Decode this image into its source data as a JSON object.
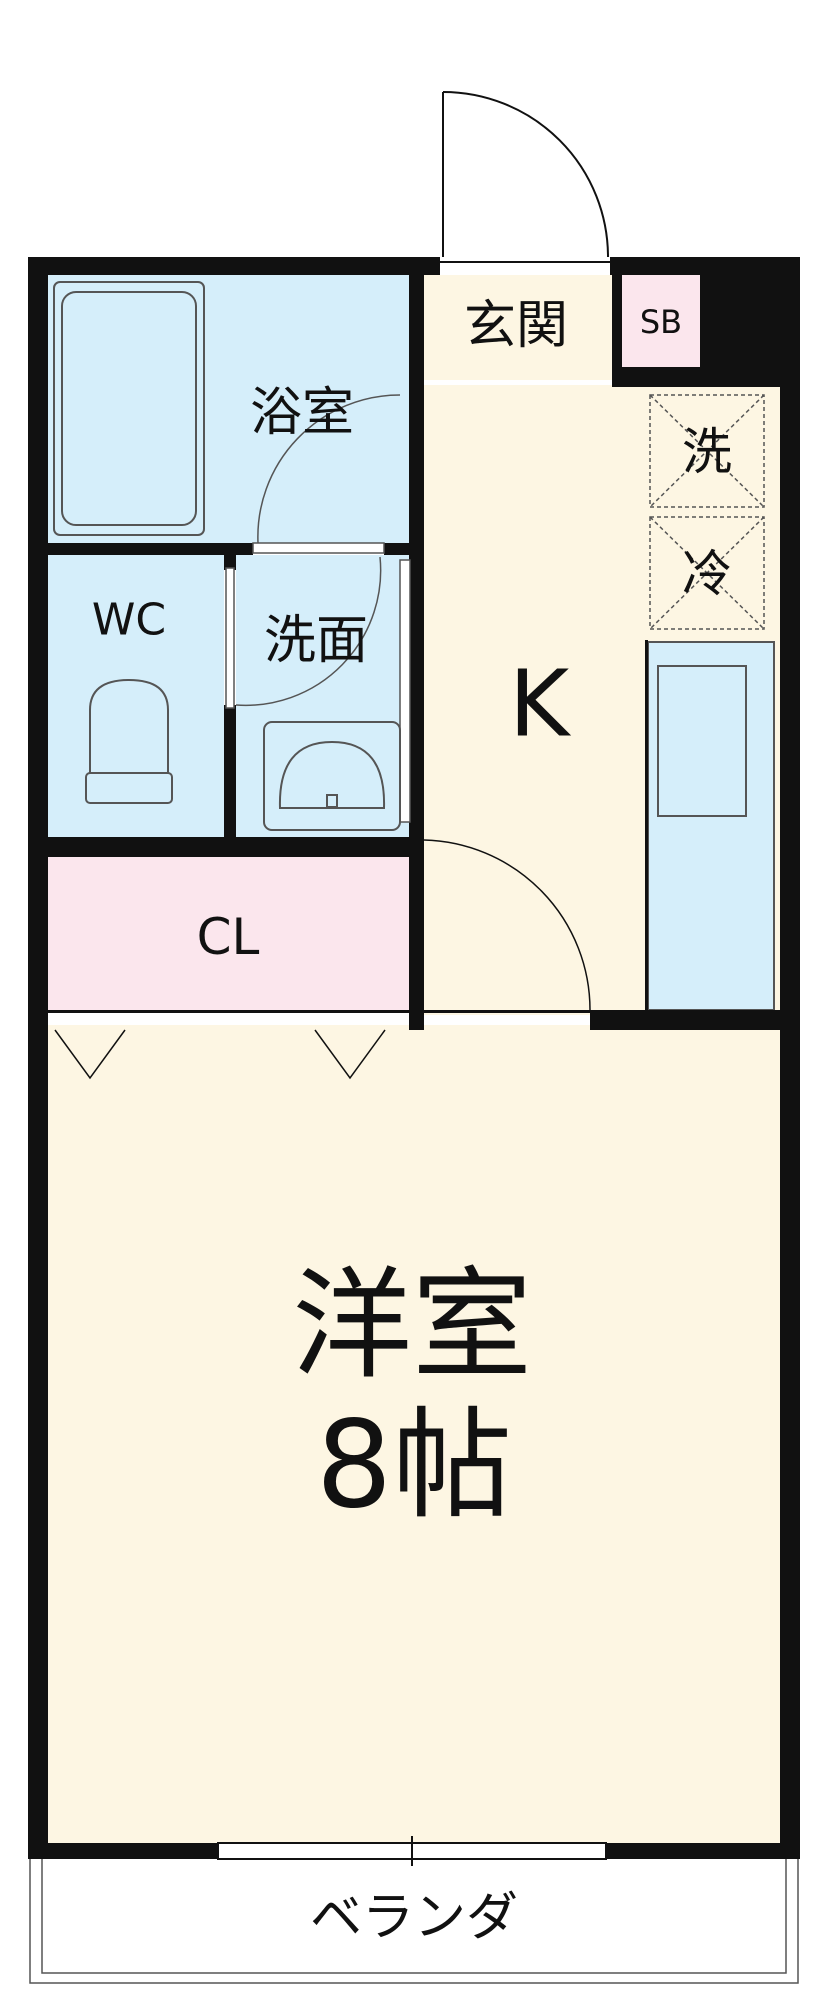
{
  "rooms": {
    "genkan": "玄関",
    "sb": "SB",
    "bath": "浴室",
    "wc": "WC",
    "washroom": "洗面",
    "kitchen": "K",
    "closet": "CL",
    "western_room_name": "洋室",
    "western_room_size": "8帖",
    "balcony": "ベランダ"
  },
  "fixtures": {
    "washer_space": "洗",
    "fridge_space": "冷"
  },
  "colors": {
    "wet_area": "#d5eefa",
    "dry_area": "#fdf6e3",
    "closet_storage": "#fbe6ed",
    "wall": "#111111"
  }
}
